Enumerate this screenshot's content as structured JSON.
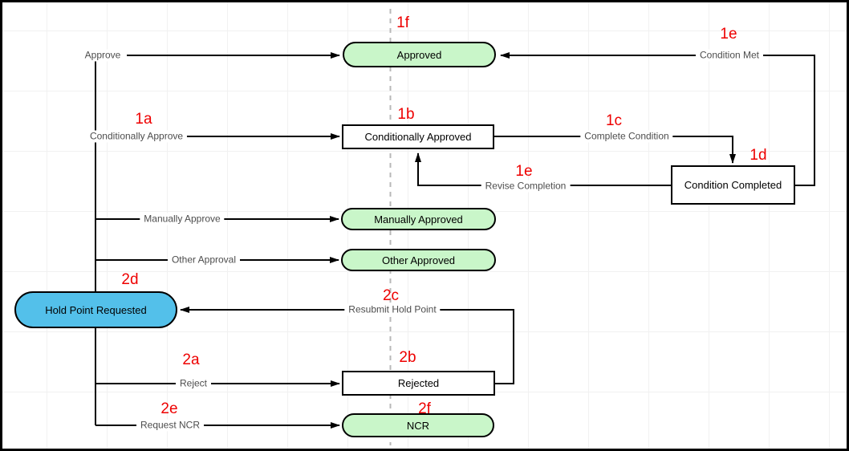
{
  "diagram": {
    "nodes": {
      "approved": {
        "label": "Approved",
        "shape": "stadium",
        "fill": "#c9f6c9"
      },
      "conditionally_approved": {
        "label": "Conditionally Approved",
        "shape": "rectangle",
        "fill": "#ffffff"
      },
      "condition_completed": {
        "label": "Condition Completed",
        "shape": "rectangle",
        "fill": "#ffffff"
      },
      "manually_approved": {
        "label": "Manually Approved",
        "shape": "stadium",
        "fill": "#c9f6c9"
      },
      "other_approved": {
        "label": "Other Approved",
        "shape": "stadium",
        "fill": "#c9f6c9"
      },
      "hold_point_requested": {
        "label": "Hold Point Requested",
        "shape": "stadium",
        "fill": "#53c0ea"
      },
      "rejected": {
        "label": "Rejected",
        "shape": "rectangle",
        "fill": "#ffffff"
      },
      "ncr": {
        "label": "NCR",
        "shape": "stadium",
        "fill": "#c9f6c9"
      }
    },
    "edges": {
      "approve": {
        "label": "Approve"
      },
      "conditionally_approve": {
        "label": "Conditionally Approve"
      },
      "complete_condition": {
        "label": "Complete Condition"
      },
      "condition_met": {
        "label": "Condition Met"
      },
      "revise_completion": {
        "label": "Revise Completion"
      },
      "manually_approve": {
        "label": "Manually Approve"
      },
      "other_approval": {
        "label": "Other Approval"
      },
      "resubmit_hold_point": {
        "label": "Resubmit Hold Point"
      },
      "reject": {
        "label": "Reject"
      },
      "request_ncr": {
        "label": "Request NCR"
      }
    },
    "step_labels": {
      "s1a": "1a",
      "s1b": "1b",
      "s1c": "1c",
      "s1d": "1d",
      "s1e_condition_met": "1e",
      "s1e_revise": "1e",
      "s1f": "1f",
      "s2a": "2a",
      "s2b": "2b",
      "s2c": "2c",
      "s2d": "2d",
      "s2e": "2e",
      "s2f": "2f"
    },
    "colors": {
      "state_green": "#c9f6c9",
      "state_blue": "#53c0ea",
      "state_white": "#ffffff",
      "node_border": "#000000",
      "edge_line": "#000000",
      "edge_label_text": "#4d4d4d",
      "step_label_text": "#ee0000",
      "dashed_guide": "#b8b8b8"
    }
  }
}
